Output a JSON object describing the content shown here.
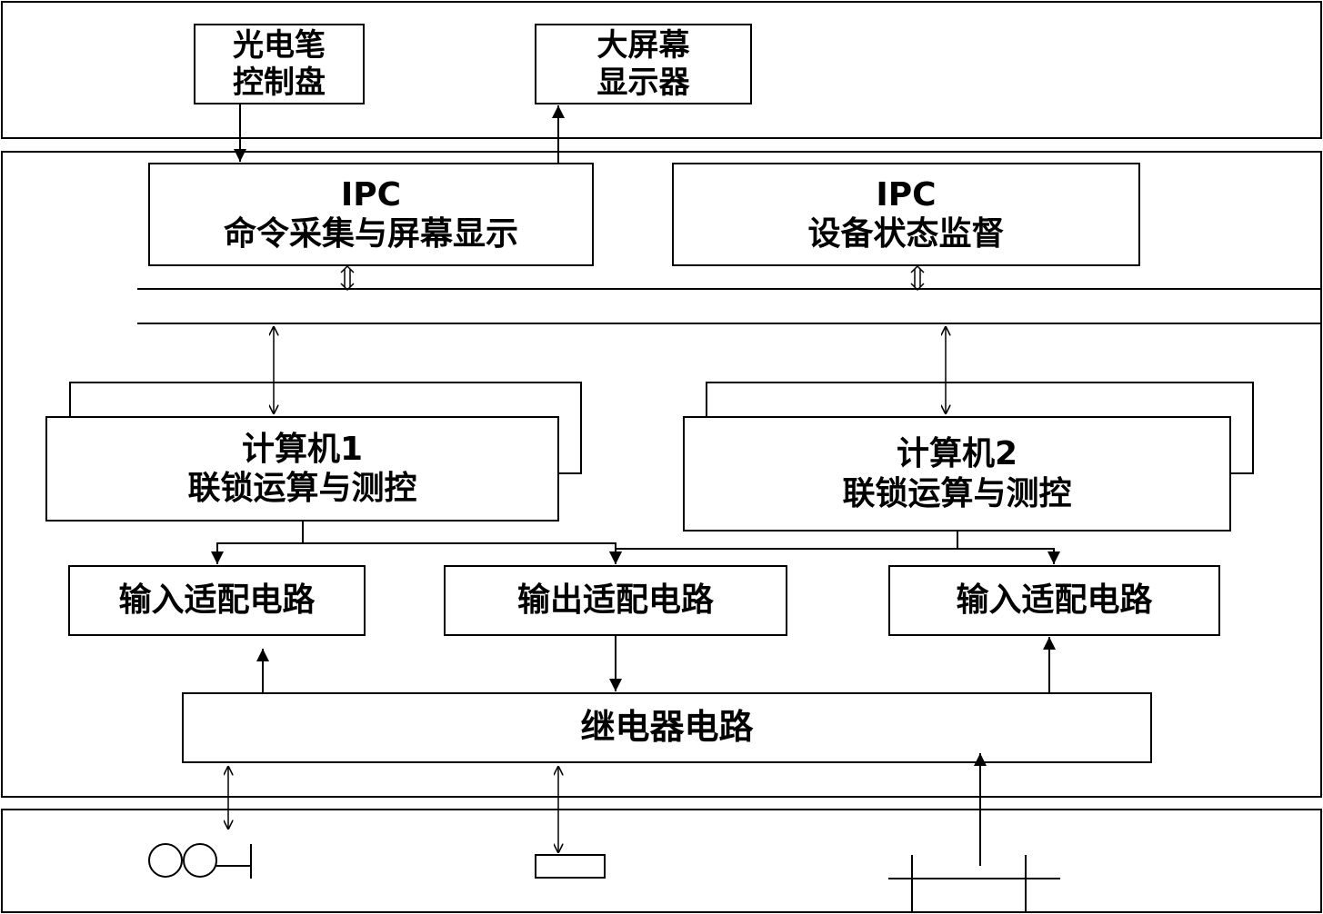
{
  "operator_layer": {
    "pen_panel": {
      "line1": "光电笔",
      "line2": "控制盘"
    },
    "big_screen": {
      "line1": "大屏幕",
      "line2": "显示器"
    }
  },
  "ipc_command": {
    "line1": "IPC",
    "line2": "命令采集与屏幕显示"
  },
  "ipc_monitor": {
    "line1": "IPC",
    "line2": "设备状态监督"
  },
  "computer1": {
    "line1": "计算机1",
    "line2": "联锁运算与测控"
  },
  "computer2": {
    "line1": "计算机2",
    "line2": "联锁运算与测控"
  },
  "input_adapter_left": {
    "label": "输入适配电路"
  },
  "output_adapter": {
    "label": "输出适配电路"
  },
  "input_adapter_right": {
    "label": "输入适配电路"
  },
  "relay_circuit": {
    "label": "继电器电路"
  }
}
